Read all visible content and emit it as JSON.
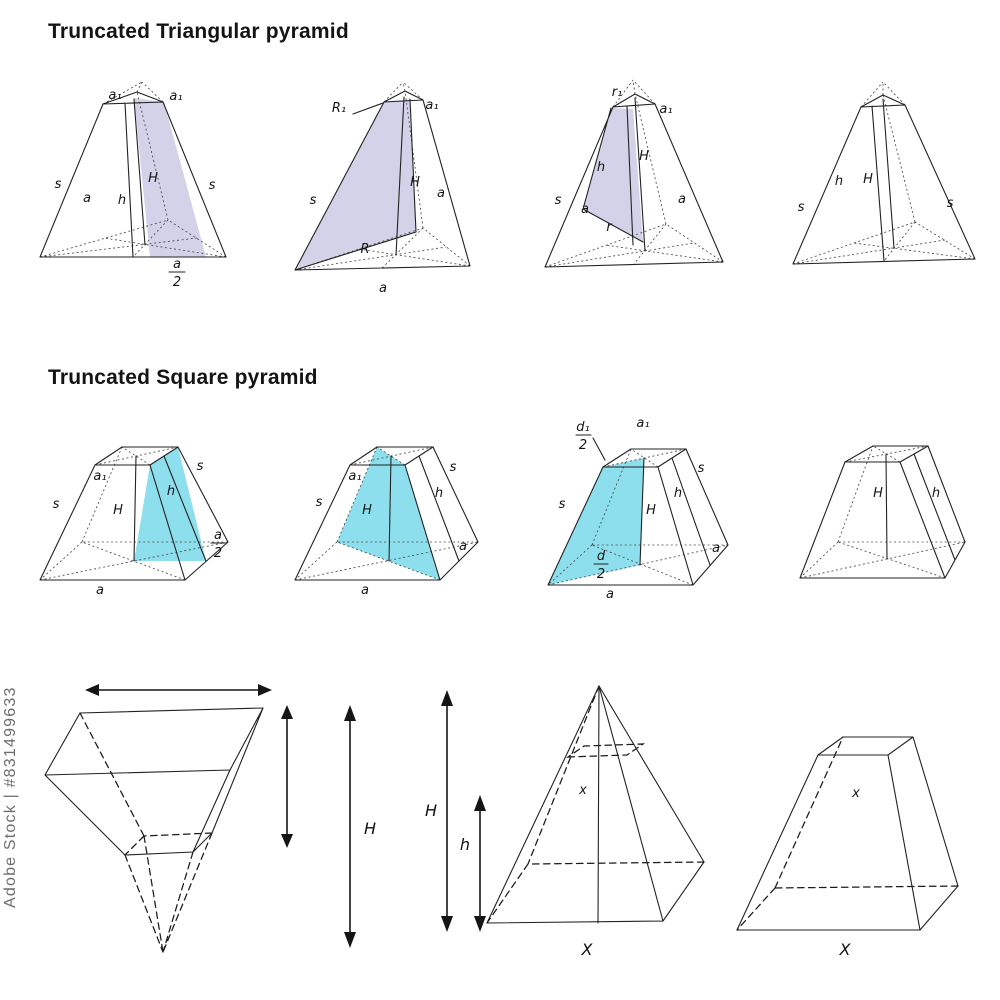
{
  "titles": {
    "triangular": "Truncated Triangular pyramid",
    "square": "Truncated Square pyramid"
  },
  "watermark": {
    "line": "Adobe Stock | #831499633"
  },
  "colors": {
    "lavender": "#c9c7e2",
    "cyan": "#72d7e9"
  },
  "tri": {
    "d1": {
      "a1_left": "a₁",
      "a1_right": "a₁",
      "s_left": "s",
      "H": "H",
      "a": "a",
      "h": "h",
      "s_right": "s",
      "frac_num": "a",
      "frac_den": "2"
    },
    "d2": {
      "R1": "R₁",
      "a1": "a₁",
      "s_left": "s",
      "H": "H",
      "a_right": "a",
      "R": "R",
      "a_bottom": "a"
    },
    "d3": {
      "r1": "r₁",
      "a1": "a₁",
      "H": "H",
      "h": "h",
      "s_left": "s",
      "a_left": "a",
      "r": "r",
      "a_right": "a"
    },
    "d4": {
      "h": "h",
      "H": "H",
      "s_left": "s",
      "s_right": "s"
    }
  },
  "sq": {
    "d1": {
      "s_top": "s",
      "a1": "a₁",
      "s_left": "s",
      "H": "H",
      "h": "h",
      "frac_num": "a",
      "frac_den": "2",
      "a_bottom": "a"
    },
    "d2": {
      "a1": "a₁",
      "s_top": "s",
      "s_left": "s",
      "H": "H",
      "h": "h",
      "a_right": "a",
      "a_bottom": "a"
    },
    "d3": {
      "frac_top_num": "d₁",
      "frac_top_den": "2",
      "a1": "a₁",
      "s_top": "s",
      "s_left": "s",
      "H": "H",
      "h": "h",
      "a_right": "a",
      "frac_bot_num": "d",
      "frac_bot_den": "2",
      "a_bottom": "a"
    },
    "d4": {
      "H": "H",
      "h": "h"
    }
  },
  "bottom": {
    "arrow_H": "H",
    "fig3": {
      "H": "H",
      "h": "h",
      "x": "x",
      "X": "X"
    },
    "fig4": {
      "x": "x",
      "X": "X"
    }
  }
}
